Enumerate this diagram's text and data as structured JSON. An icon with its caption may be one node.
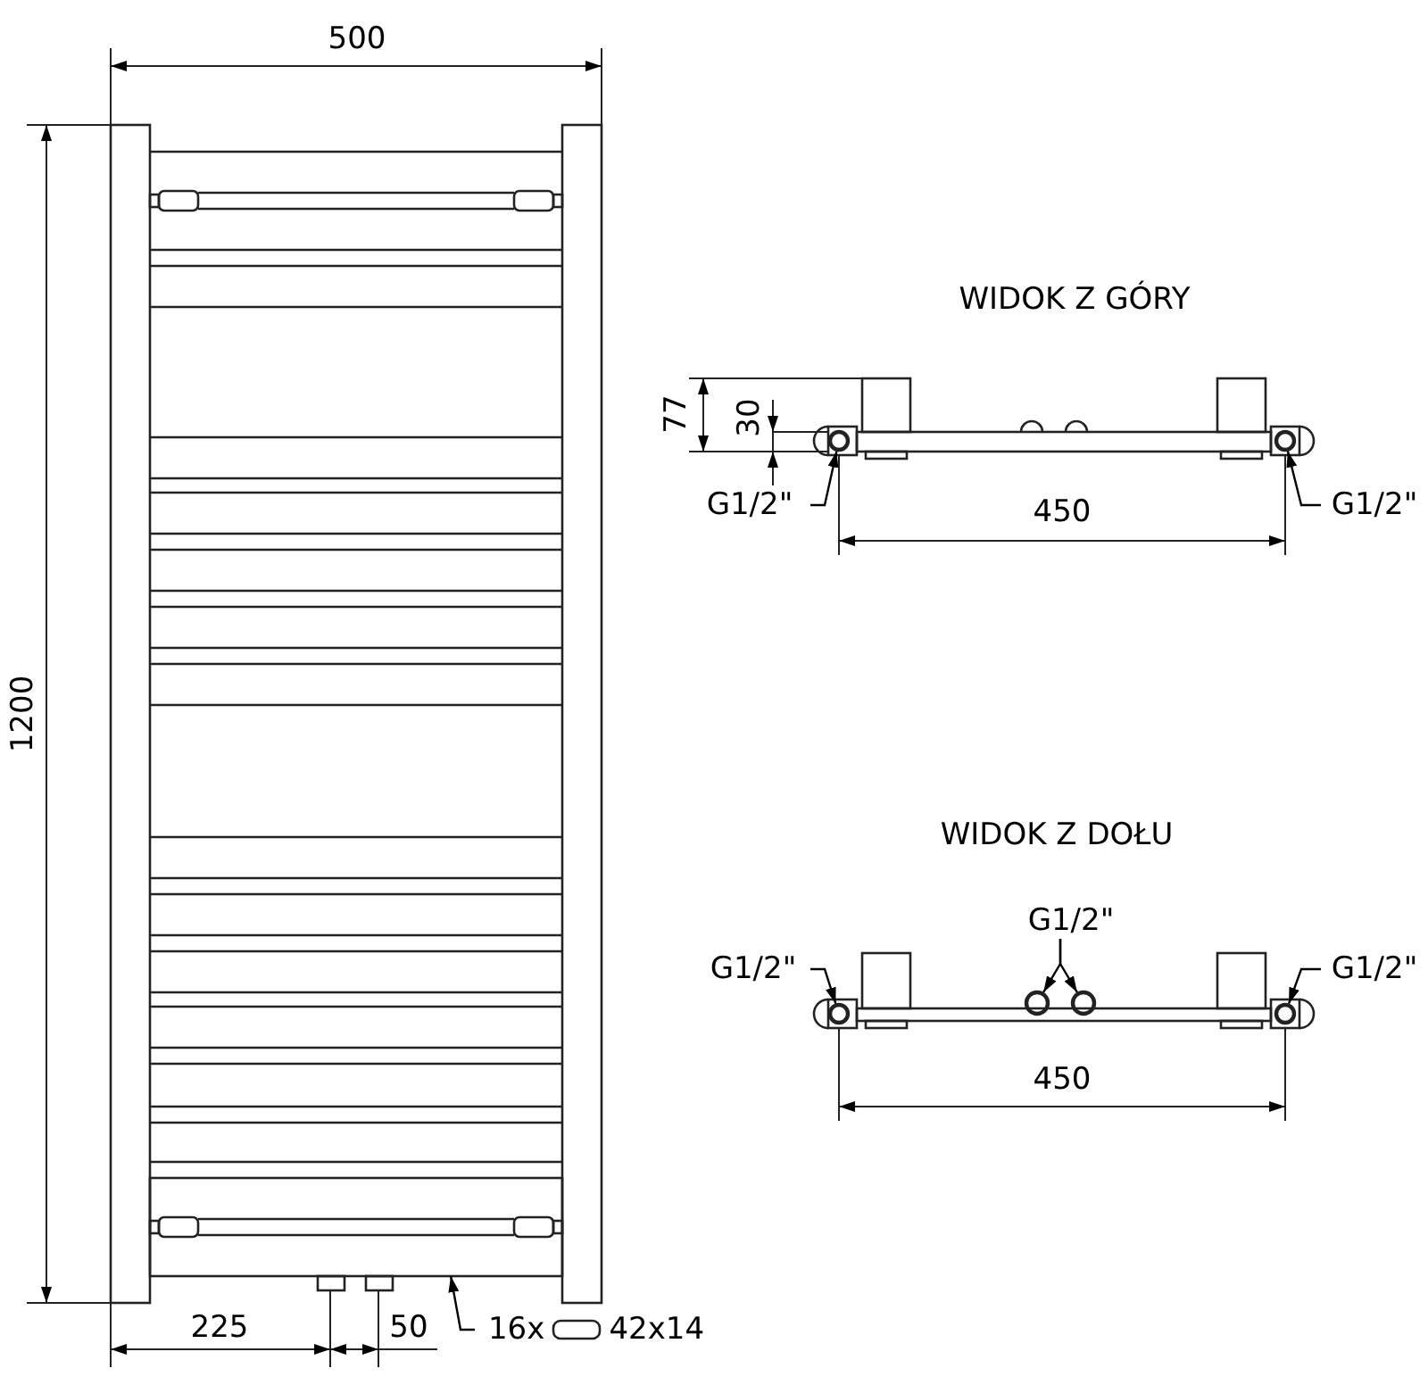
{
  "diagram": {
    "nodes": [
      {
        "text": [
          "G1/2\""
        ]
      },
      {
        "text": [],
        "shape": "circle"
      },
      {
        "text": [
          "G1/2\""
        ]
      },
      {
        "text": [],
        "shape": "circle"
      },
      {
        "text": [
          "G1/2\""
        ]
      },
      {
        "text": [],
        "shape": "circle"
      },
      {
        "text": [
          "G1/2\""
        ]
      },
      {
        "text": [],
        "shape": "circle"
      },
      {
        "text": [],
        "shape": "circle"
      },
      {
        "text": [
          "G1/2\""
        ]
      },
      {
        "text": [],
        "shape": "circle"
      },
      {
        "text": [
          "16x",
          "42x14"
        ]
      },
      {
        "text": [],
        "shape": "bar"
      }
    ],
    "edges": [
      {
        "from": 0,
        "to": 1,
        "arrow": "to"
      },
      {
        "from": 2,
        "to": 3,
        "arrow": "to"
      },
      {
        "from": 4,
        "to": 5,
        "arrow": "to"
      },
      {
        "from": 6,
        "to": 7,
        "arrow": "to"
      },
      {
        "from": 6,
        "to": 8,
        "arrow": "to"
      },
      {
        "from": 9,
        "to": 10,
        "arrow": "to"
      },
      {
        "from": 11,
        "to": 12,
        "arrow": "to"
      }
    ],
    "labels": [
      "500",
      "1200",
      "WIDOK Z GÓRY",
      "77",
      "30",
      "450",
      "WIDOK Z DOŁU",
      "450",
      "225",
      "50"
    ]
  }
}
